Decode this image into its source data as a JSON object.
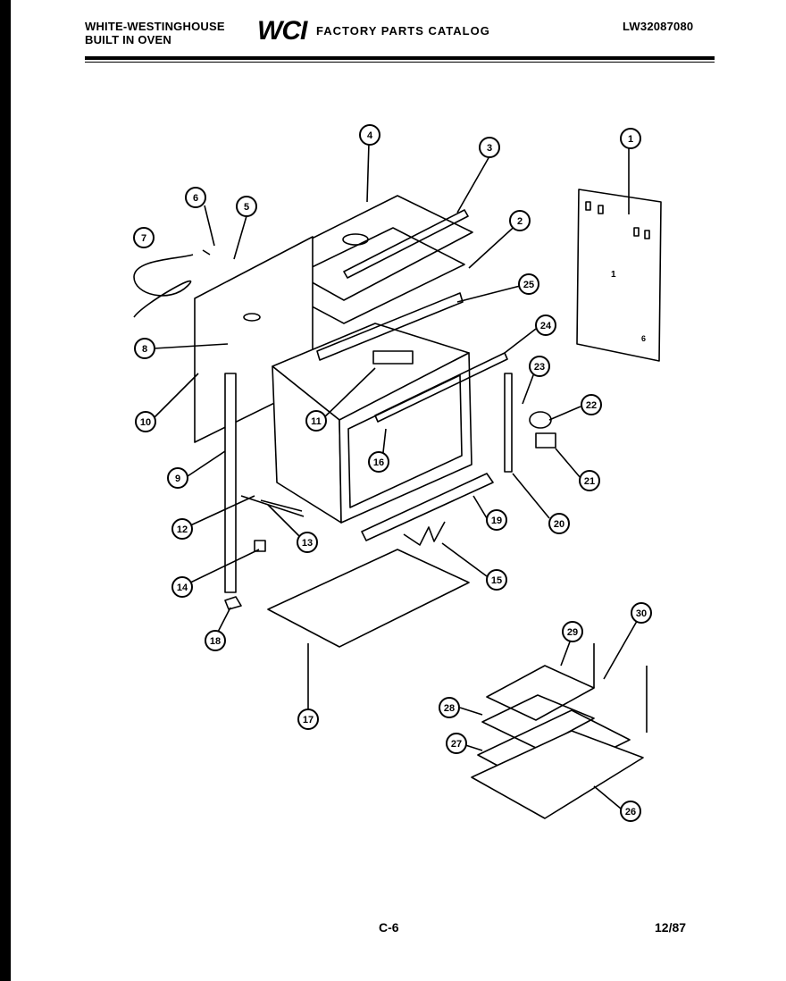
{
  "header": {
    "brand_line1": "WHITE-WESTINGHOUSE",
    "brand_line2": "BUILT IN OVEN",
    "logo_text": "WCI",
    "catalog_title": "FACTORY PARTS CATALOG",
    "model_number": "LW32087080"
  },
  "footer": {
    "page_code": "C-6",
    "date": "12/87"
  },
  "callouts": [
    "1",
    "2",
    "3",
    "4",
    "5",
    "6",
    "7",
    "8",
    "9",
    "10",
    "11",
    "12",
    "13",
    "14",
    "15",
    "16",
    "17",
    "18",
    "19",
    "20",
    "21",
    "22",
    "23",
    "24",
    "25",
    "26",
    "27",
    "28",
    "29",
    "30"
  ],
  "panel_marks": {
    "center": "1",
    "corner": "6"
  }
}
